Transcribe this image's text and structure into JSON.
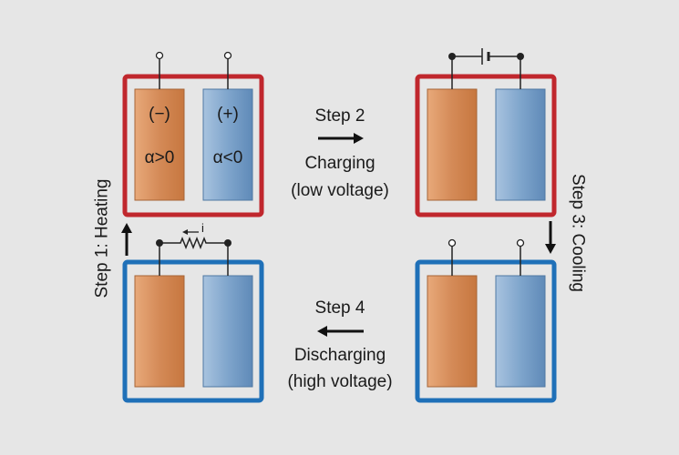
{
  "colors": {
    "background": "#e6e6e6",
    "heated_frame": "#c0272d",
    "cooled_frame": "#1f70b8",
    "negative_electrode": "#d9915f",
    "positive_electrode": "#7ea6cf"
  },
  "cell_top_left": {
    "negative_sign": "(−)",
    "positive_sign": "(+)",
    "negative_alpha": "α>0",
    "positive_alpha": "α<0"
  },
  "steps": {
    "step1": "Step 1: Heating",
    "step2": "Step 2",
    "step2_desc": "Charging",
    "step2_note": "(low voltage)",
    "step3": "Step 3: Cooling",
    "step4": "Step 4",
    "step4_desc": "Discharging",
    "step4_note": "(high voltage)"
  },
  "current_label": "i",
  "icons": [
    "battery-icon",
    "resistor-icon",
    "terminal-icon",
    "arrow-icon"
  ]
}
